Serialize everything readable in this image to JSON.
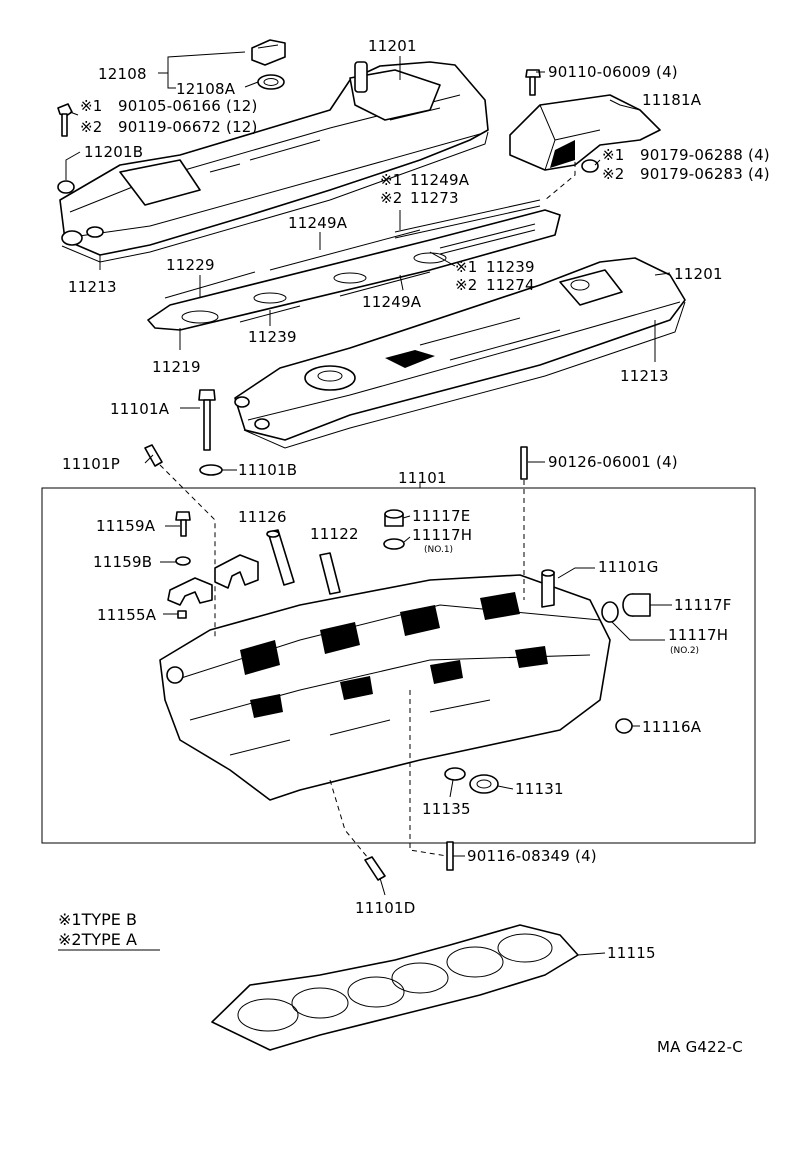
{
  "parts": {
    "p12108": "12108",
    "p12108A": "12108A",
    "p11201_top": "11201",
    "note1": "※1",
    "note2": "※2",
    "p90105": "90105-06166 (12)",
    "p90119": "90119-06672 (12)",
    "p11201B": "11201B",
    "p11213_left": "11213",
    "p90110": "90110-06009 (4)",
    "p11181A": "11181A",
    "p90179_1": "90179-06288 (4)",
    "p90179_2": "90179-06283 (4)",
    "p11249A_n1": "11249A",
    "p11273": "11273",
    "p11249A_a": "11249A",
    "p11229": "11229",
    "p11239_n1": "11239",
    "p11274": "11274",
    "p11201_right": "11201",
    "p11249A_b": "11249A",
    "p11239": "11239",
    "p11219": "11219",
    "p11213_right": "11213",
    "p11101A": "11101A",
    "p11101P": "11101P",
    "p11101B": "11101B",
    "p90126": "90126-06001 (4)",
    "p11101": "11101",
    "p11159A": "11159A",
    "p11126": "11126",
    "p11117E": "11117E",
    "p11117H_1": "11117H",
    "p11117H_1_note": "(NO.1)",
    "p11122": "11122",
    "p11159B": "11159B",
    "p11101G": "11101G",
    "p11117F": "11117F",
    "p11155A": "11155A",
    "p11117H_2": "11117H",
    "p11117H_2_note": "(NO.2)",
    "p11116A": "11116A",
    "p11131": "11131",
    "p11135": "11135",
    "p90116": "90116-08349 (4)",
    "p11101D": "11101D",
    "p11115": "11115"
  },
  "legend": {
    "line1": "※1TYPE B",
    "line2": "※2TYPE A"
  },
  "ref_code": "MA G422-C"
}
